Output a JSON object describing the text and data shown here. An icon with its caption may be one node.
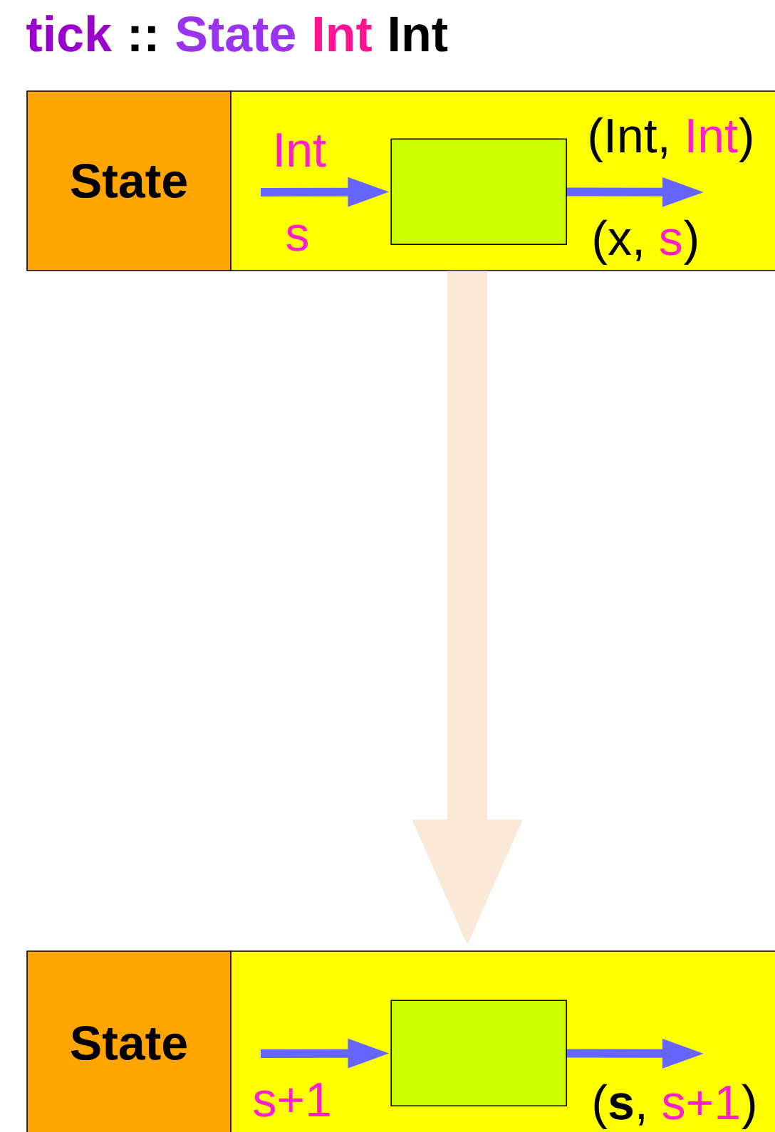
{
  "diagram": {
    "nodes": [
      {
        "text": [
          "State"
        ]
      },
      {
        "text": [],
        "shape": "box"
      },
      {
        "text": [],
        "shape": "box",
        "in": 1
      },
      {
        "text": [
          "State"
        ]
      },
      {
        "text": [],
        "shape": "box"
      },
      {
        "text": [],
        "shape": "box",
        "in": 4
      }
    ],
    "edges": [
      {
        "from": null,
        "to": 2,
        "arrow": "to"
      },
      {
        "from": 2,
        "to": null,
        "arrow": "to"
      },
      {
        "from": null,
        "to": 5,
        "arrow": "to"
      },
      {
        "from": 5,
        "to": null,
        "arrow": "to"
      },
      {
        "from": 1,
        "to": 4,
        "arrow": "to",
        "style": "thick",
        "color": "#fae9d7"
      }
    ],
    "labels": [
      "tick",
      "::",
      "State",
      "Int",
      "Int",
      "Int",
      "s",
      "(Int,",
      "Int",
      ")",
      "(x,",
      "s",
      ")",
      "s+1",
      "(**s**,",
      "s+1",
      ")"
    ]
  }
}
